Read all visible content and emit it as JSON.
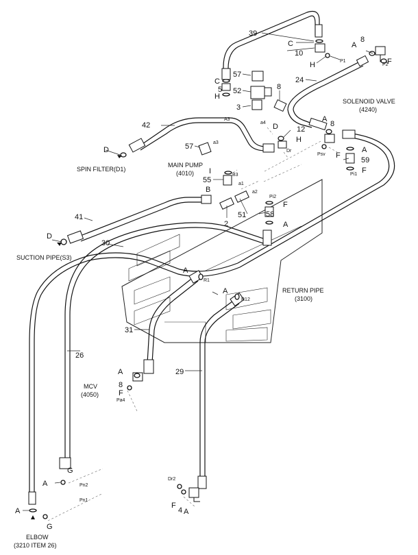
{
  "parts": {
    "p39": "39",
    "p10": "10",
    "p24": "24",
    "p8": "8",
    "p57": "57",
    "p52": "52",
    "p3": "3",
    "p42": "42",
    "p12": "12",
    "p59": "59",
    "p55": "55",
    "p58": "58",
    "p51": "51",
    "p2": "2",
    "p41": "41",
    "p30": "30",
    "p31": "31",
    "p26": "26",
    "p29": "29",
    "p4": "4"
  },
  "letters": {
    "A": "A",
    "B": "B",
    "C": "C",
    "D": "D",
    "F": "F",
    "G": "G",
    "H": "H",
    "I": "I"
  },
  "ports": {
    "P1": "P1",
    "P2": "P2",
    "A3": "A3",
    "a4": "a4",
    "a3": "a3",
    "Dr": "Dr",
    "Psv": "Psv",
    "Pi1": "Pi1",
    "B3": "B3",
    "a1": "a1",
    "a2": "a2",
    "Pi2": "Pi2",
    "R1": "R1",
    "R12": "R12",
    "Pa4": "Pa4",
    "Pn2": "Pn2",
    "Pn1": "Pn1",
    "Dr2": "Dr2"
  },
  "labels": {
    "solenoid_valve": "SOLENOID VALVE",
    "solenoid_valve_ref": "(4240)",
    "spin_filter": "SPIN FILTER(D1)",
    "main_pump": "MAIN PUMP",
    "main_pump_ref": "(4010)",
    "suction_pipe": "SUCTION PIPE(S3)",
    "return_pipe": "RETURN PIPE",
    "return_pipe_ref": "(3100)",
    "mcv": "MCV",
    "mcv_ref": "(4050)",
    "elbow": "ELBOW",
    "elbow_ref": "(3210 ITEM 26)"
  }
}
